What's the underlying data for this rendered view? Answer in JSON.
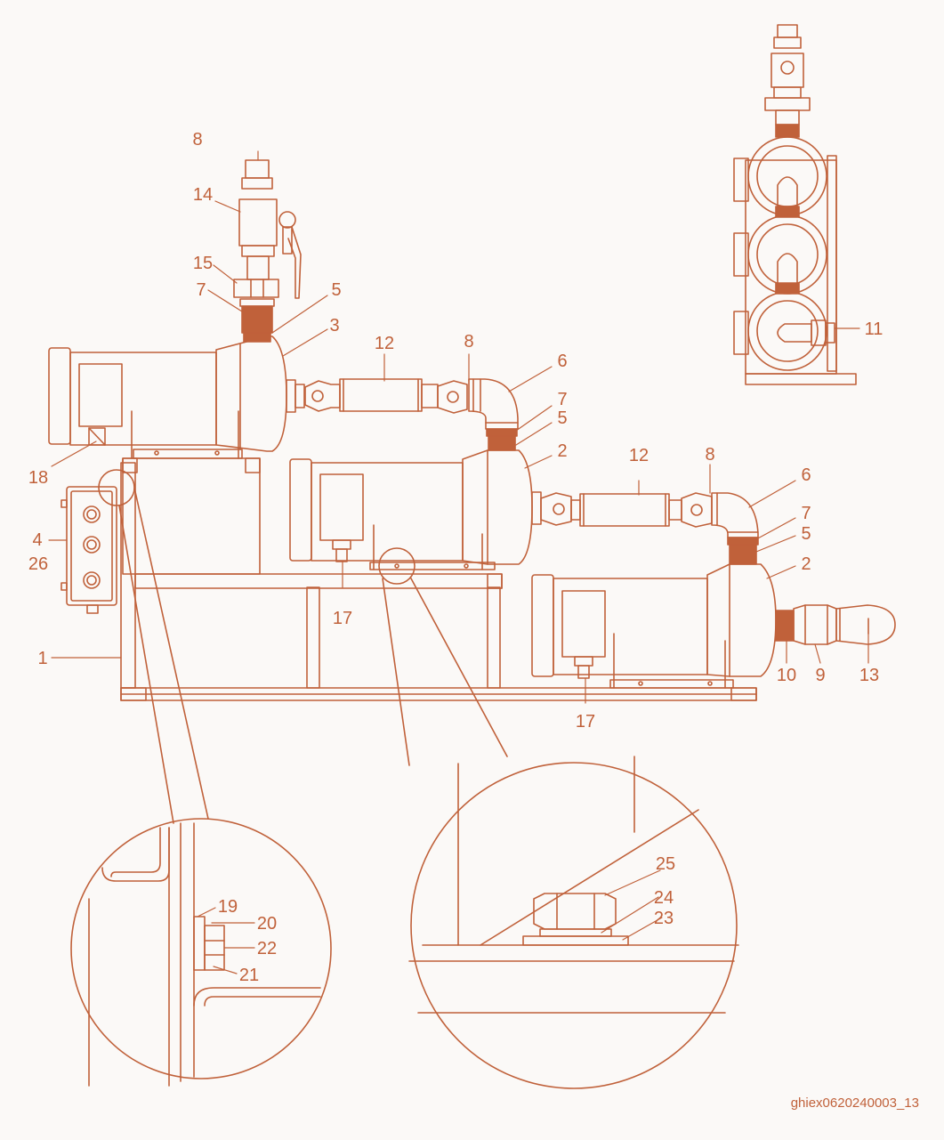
{
  "colors": {
    "line": "#c0613a",
    "fill": "#c0613a",
    "background": "#fbf9f7"
  },
  "callouts": [
    {
      "id": "c8a",
      "label": "8"
    },
    {
      "id": "c14",
      "label": "14"
    },
    {
      "id": "c15",
      "label": "15"
    },
    {
      "id": "c7a",
      "label": "7"
    },
    {
      "id": "c5a",
      "label": "5"
    },
    {
      "id": "c3",
      "label": "3"
    },
    {
      "id": "c12a",
      "label": "12"
    },
    {
      "id": "c8b",
      "label": "8"
    },
    {
      "id": "c6a",
      "label": "6"
    },
    {
      "id": "c7b",
      "label": "7"
    },
    {
      "id": "c5b",
      "label": "5"
    },
    {
      "id": "c2a",
      "label": "2"
    },
    {
      "id": "c18",
      "label": "18"
    },
    {
      "id": "c4",
      "label": "4"
    },
    {
      "id": "c26",
      "label": "26"
    },
    {
      "id": "c17a",
      "label": "17"
    },
    {
      "id": "c12b",
      "label": "12"
    },
    {
      "id": "c8c",
      "label": "8"
    },
    {
      "id": "c6b",
      "label": "6"
    },
    {
      "id": "c7c",
      "label": "7"
    },
    {
      "id": "c5c",
      "label": "5"
    },
    {
      "id": "c2b",
      "label": "2"
    },
    {
      "id": "c1",
      "label": "1"
    },
    {
      "id": "c10",
      "label": "10"
    },
    {
      "id": "c9",
      "label": "9"
    },
    {
      "id": "c13",
      "label": "13"
    },
    {
      "id": "c17b",
      "label": "17"
    },
    {
      "id": "c11",
      "label": "11"
    },
    {
      "id": "c19",
      "label": "19"
    },
    {
      "id": "c20",
      "label": "20"
    },
    {
      "id": "c22",
      "label": "22"
    },
    {
      "id": "c21",
      "label": "21"
    },
    {
      "id": "c25",
      "label": "25"
    },
    {
      "id": "c24",
      "label": "24"
    },
    {
      "id": "c23",
      "label": "23"
    }
  ],
  "document_id": "ghiex0620240003_13"
}
